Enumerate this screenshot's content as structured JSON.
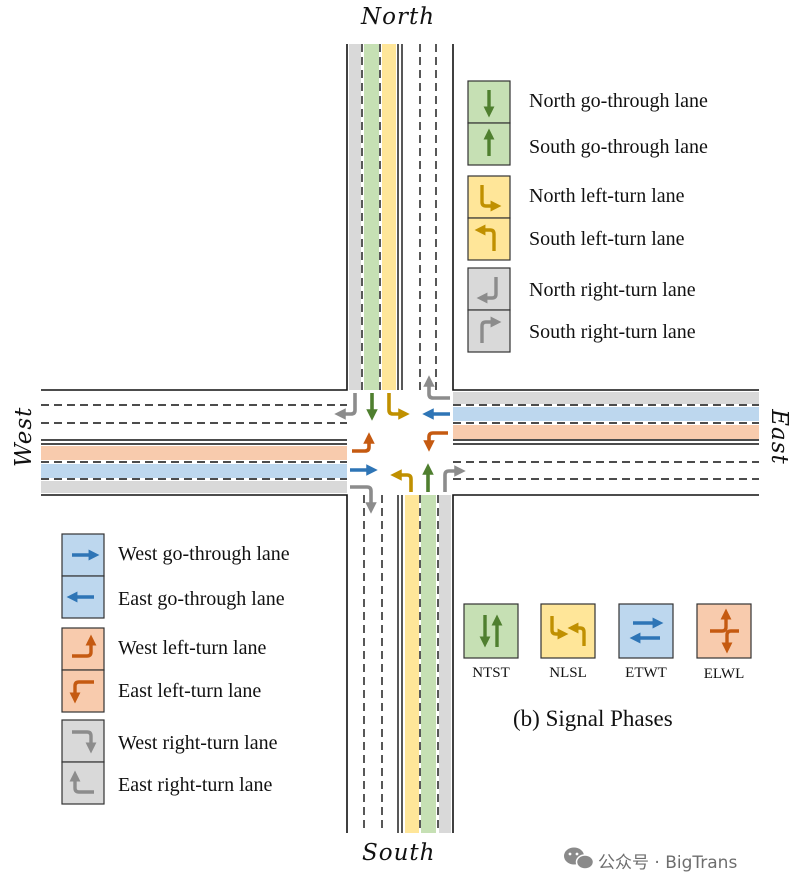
{
  "colors": {
    "green_fill": "#c6e0b4",
    "green_arrow": "#4f7f2f",
    "yellow_fill": "#ffe699",
    "yellow_arrow": "#c09000",
    "gray_fill": "#d9d9d9",
    "gray_arrow": "#8c8c8c",
    "blue_fill": "#bdd7ee",
    "blue_arrow": "#2e75b6",
    "orange_fill": "#f8cbad",
    "orange_arrow": "#c55a11"
  },
  "directions": {
    "north": "North",
    "south": "South",
    "west": "West",
    "east": "East"
  },
  "legend_ns": [
    {
      "label": "North go-through lane",
      "icon": "arrow-down-icon"
    },
    {
      "label": "South go-through lane",
      "icon": "arrow-up-icon"
    },
    {
      "label": "North left-turn lane",
      "icon": "turn-down-left-icon"
    },
    {
      "label": "South left-turn lane",
      "icon": "turn-up-left-icon"
    },
    {
      "label": "North right-turn lane",
      "icon": "turn-down-right-icon"
    },
    {
      "label": "South right-turn lane",
      "icon": "turn-up-right-icon"
    }
  ],
  "legend_we": [
    {
      "label": "West go-through lane",
      "icon": "arrow-right-icon"
    },
    {
      "label": "East go-through lane",
      "icon": "arrow-left-icon"
    },
    {
      "label": "West left-turn lane",
      "icon": "turn-right-up-icon"
    },
    {
      "label": "East left-turn lane",
      "icon": "turn-left-down-icon"
    },
    {
      "label": "West right-turn lane",
      "icon": "turn-right-down-icon"
    },
    {
      "label": "East right-turn lane",
      "icon": "turn-left-up-icon"
    }
  ],
  "phases": [
    {
      "code": "NTST",
      "icon": "ns-through-icon"
    },
    {
      "code": "NLSL",
      "icon": "ns-left-icon"
    },
    {
      "code": "ETWT",
      "icon": "ew-through-icon"
    },
    {
      "code": "ELWL",
      "icon": "ew-left-icon"
    }
  ],
  "phases_caption": "(b) Signal Phases",
  "watermark": "公众号 · BigTrans"
}
